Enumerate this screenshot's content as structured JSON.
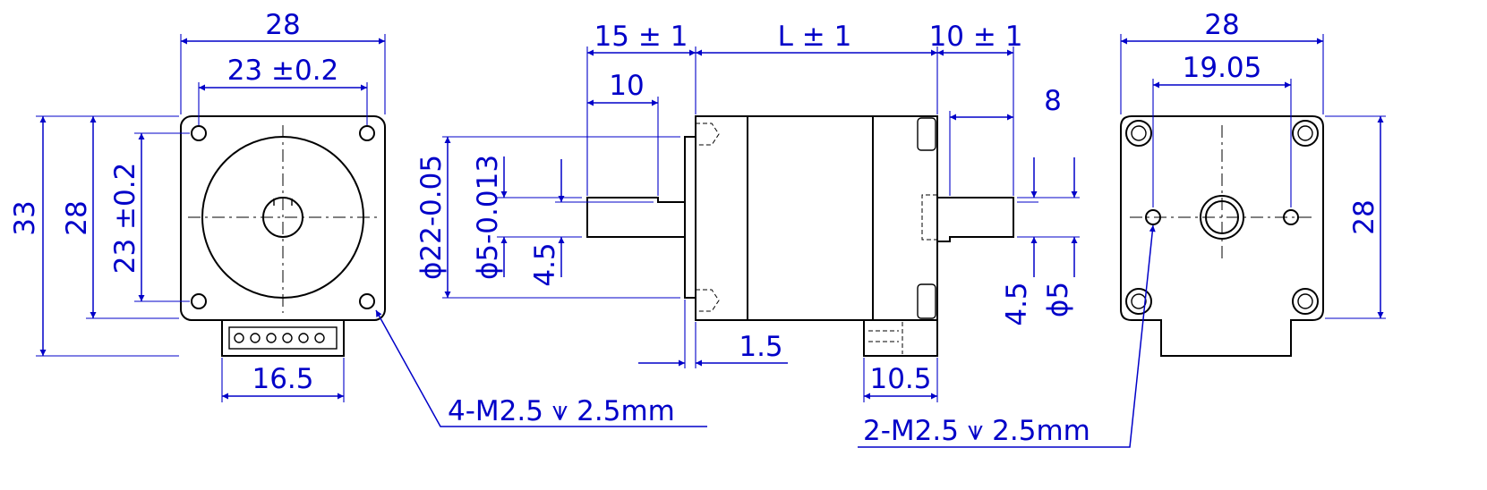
{
  "front_view": {
    "width": "28",
    "hole_spacing_x": "23 ±0.2",
    "height_overall": "33",
    "height_body": "28",
    "hole_spacing_y": "23 ±0.2",
    "connector_width": "16.5",
    "thread_callout": "4-M2.5 ⩛ 2.5mm"
  },
  "side_view": {
    "front_shaft_length": "15 ± 1",
    "body_length": "L ± 1",
    "rear_shaft_length": "10 ± 1",
    "flat_length_front": "10",
    "flat_length_rear": "8",
    "pilot_diameter": "ϕ22-0.05",
    "shaft_diameter": "ϕ5-0.013",
    "flat_depth_front": "4.5",
    "pilot_depth": "1.5",
    "flat_depth_rear": "4.5",
    "rear_shaft_diameter": "ϕ5",
    "connector_length": "10.5"
  },
  "rear_view": {
    "width": "28",
    "hole_spacing": "19.05",
    "height": "28",
    "thread_callout": "2-M2.5 ⩛ 2.5mm"
  }
}
